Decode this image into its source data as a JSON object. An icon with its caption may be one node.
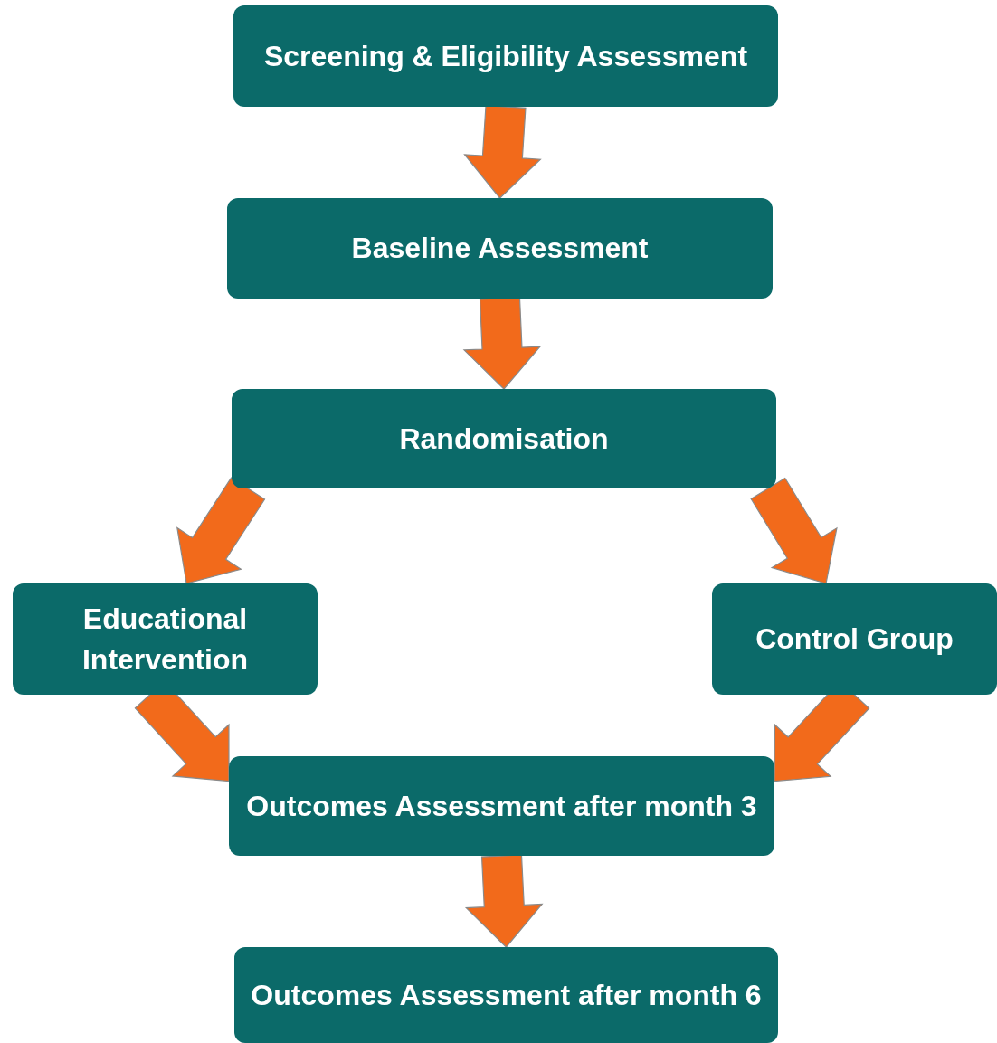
{
  "diagram": {
    "nodes": [
      {
        "text": [
          "Screening & Eligibility Assessment"
        ]
      },
      {
        "text": [
          "Baseline Assessment"
        ]
      },
      {
        "text": [
          "Randomisation"
        ]
      },
      {
        "text": [
          "Educational Intervention"
        ]
      },
      {
        "text": [
          "Control Group"
        ]
      },
      {
        "text": [
          "Outcomes Assessment after month 3"
        ]
      },
      {
        "text": [
          "Outcomes Assessment after month 6"
        ]
      }
    ],
    "edges": [
      {
        "from": 0,
        "to": 1,
        "arrow": "to"
      },
      {
        "from": 1,
        "to": 2,
        "arrow": "to"
      },
      {
        "from": 2,
        "to": 3,
        "arrow": "to"
      },
      {
        "from": 2,
        "to": 4,
        "arrow": "to"
      },
      {
        "from": 3,
        "to": 5,
        "arrow": "to"
      },
      {
        "from": 4,
        "to": 5,
        "arrow": "to"
      },
      {
        "from": 5,
        "to": 6,
        "arrow": "to"
      }
    ]
  }
}
